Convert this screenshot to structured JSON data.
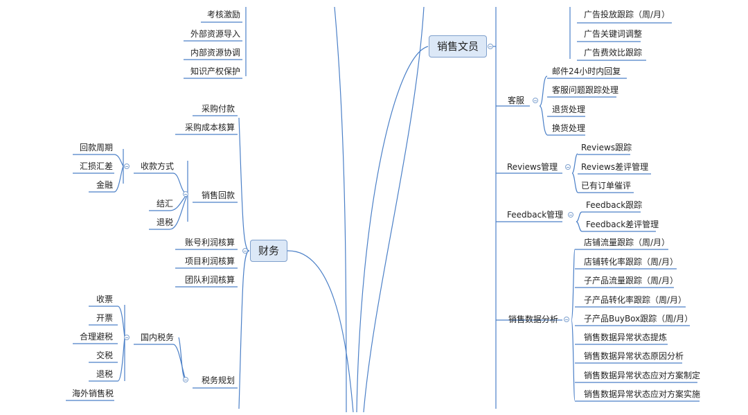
{
  "left_top": [
    "考核激励",
    "外部资源导入",
    "内部资源协调",
    "知识产权保护"
  ],
  "finance": {
    "label": "财务",
    "children": {
      "purchase_pay": "采购付款",
      "purchase_cost": "采购成本核算",
      "sales_return": {
        "label": "销售回款",
        "collection": {
          "label": "收款方式",
          "items": [
            "回款周期",
            "汇损汇差",
            "金融"
          ]
        },
        "items": [
          "结汇",
          "退税"
        ]
      },
      "account_profit": "账号利润核算",
      "project_profit": "项目利润核算",
      "team_profit": "团队利润核算",
      "tax_plan": {
        "label": "税务规划",
        "domestic": {
          "label": "国内税务",
          "items": [
            "收票",
            "开票",
            "合理避税",
            "交税",
            "退税"
          ]
        },
        "overseas": "海外销售税"
      }
    }
  },
  "sales_clerk": {
    "label": "销售文员",
    "ads_items": [
      "广告投放跟踪（周/月）",
      "广告关键词调整",
      "广告费效比跟踪"
    ],
    "customer_service": {
      "label": "客服",
      "items": [
        "邮件24小时内回复",
        "客服问题跟踪处理",
        "退货处理",
        "换货处理"
      ]
    },
    "reviews": {
      "label": "Reviews管理",
      "items": [
        "Reviews跟踪",
        "Reviews差评管理",
        "已有订单催评"
      ]
    },
    "feedback": {
      "label": "Feedback管理",
      "items": [
        "Feedback跟踪",
        "Feedback差评管理"
      ]
    },
    "sales_analysis": {
      "label": "销售数据分析",
      "items": [
        "店铺流量跟踪（周/月）",
        "店铺转化率跟踪（周/月）",
        "子产品流量跟踪（周/月）",
        "子产品转化率跟踪（周/月）",
        "子产品BuyBox跟踪（周/月）",
        "销售数据异常状态提炼",
        "销售数据异常状态原因分析",
        "销售数据异常状态应对方案制定",
        "销售数据异常状态应对方案实施"
      ]
    }
  },
  "colors": {
    "line": "#4a7fc7",
    "hub_fill": "#dce8f7",
    "hub_border": "#7e9fcc"
  }
}
